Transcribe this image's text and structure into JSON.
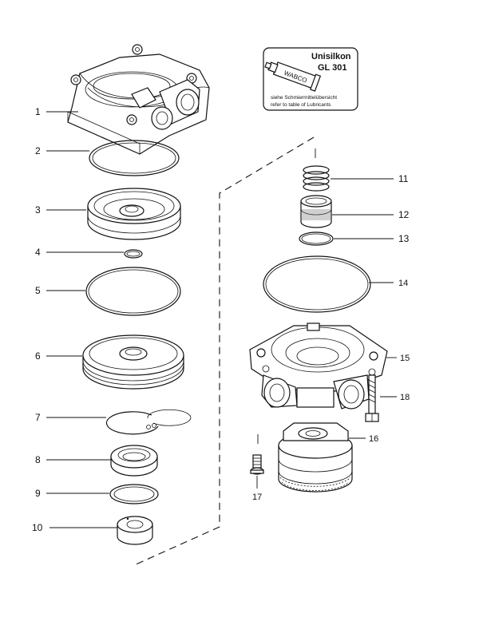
{
  "lubricant_box": {
    "title_line1": "Unisilkon",
    "title_line2": "GL 301",
    "tube_brand": "WABCO",
    "note_line1": "siehe Schmiermittelübersicht",
    "note_line2": "refer to table of Lubricants"
  },
  "callouts": {
    "n1": "1",
    "n2": "2",
    "n3": "3",
    "n4": "4",
    "n5": "5",
    "n6": "6",
    "n7": "7",
    "n8": "8",
    "n9": "9",
    "n10": "10",
    "n11": "11",
    "n12": "12",
    "n13": "13",
    "n14": "14",
    "n15": "15",
    "n16": "16",
    "n17": "17",
    "n18": "18"
  },
  "parts": [
    {
      "id": "1",
      "name": "housing-cover"
    },
    {
      "id": "2",
      "name": "o-ring"
    },
    {
      "id": "3",
      "name": "piston"
    },
    {
      "id": "4",
      "name": "small-o-ring"
    },
    {
      "id": "5",
      "name": "large-o-ring"
    },
    {
      "id": "6",
      "name": "diaphragm-piston"
    },
    {
      "id": "7",
      "name": "circlip"
    },
    {
      "id": "8",
      "name": "valve-seat"
    },
    {
      "id": "9",
      "name": "sealing-ring"
    },
    {
      "id": "10",
      "name": "valve-body"
    },
    {
      "id": "11",
      "name": "compression-spring"
    },
    {
      "id": "12",
      "name": "sleeve"
    },
    {
      "id": "13",
      "name": "o-ring-small-upper"
    },
    {
      "id": "14",
      "name": "o-ring-large"
    },
    {
      "id": "15",
      "name": "valve-housing"
    },
    {
      "id": "16",
      "name": "exhaust-valve-assembly"
    },
    {
      "id": "17",
      "name": "screw"
    },
    {
      "id": "18",
      "name": "bolt"
    }
  ]
}
